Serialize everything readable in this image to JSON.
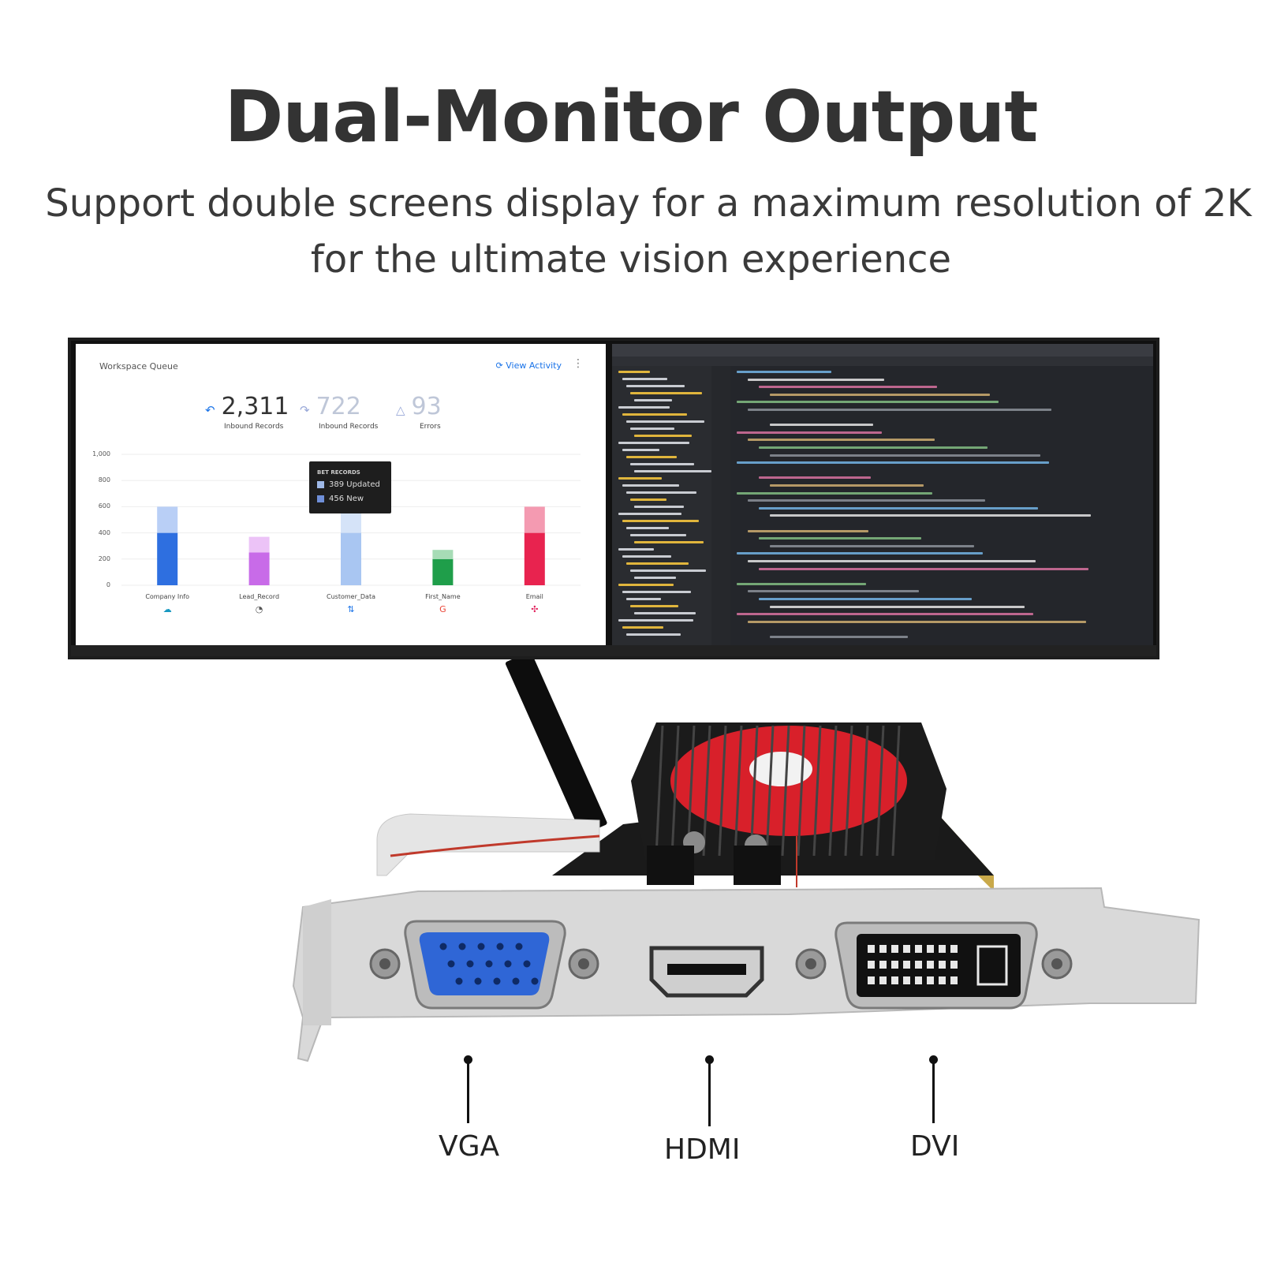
{
  "heading": "Dual-Monitor Output",
  "subheading_line1": "Support double screens display for a maximum resolution of 2K",
  "subheading_line2": "for the ultimate vision experience",
  "dashboard": {
    "title": "Workspace Queue",
    "view_activity": "View Activity",
    "kpis": [
      {
        "value": "2,311",
        "label": "Inbound Records",
        "icon": "inbound-arrow-icon"
      },
      {
        "value": "722",
        "label": "Inbound Records",
        "icon": "redo-arrow-icon"
      },
      {
        "value": "93",
        "label": "Errors",
        "icon": "warning-icon"
      }
    ],
    "tooltip": {
      "title": "BET RECORDS",
      "rows": [
        "389 Updated",
        "456 New"
      ]
    },
    "chart_data": {
      "type": "bar",
      "categories": [
        "Company Info",
        "Lead_Record",
        "Customer_Data",
        "First_Name",
        "Email"
      ],
      "y_ticks": [
        "1,000",
        "800",
        "600",
        "400",
        "200",
        "0"
      ],
      "ylim": [
        0,
        1000
      ],
      "series": [
        {
          "values": [
            400,
            250,
            400,
            200,
            400
          ]
        },
        {
          "values": [
            200,
            120,
            200,
            70,
            200
          ]
        }
      ],
      "colors": {
        "primary": [
          "#2e6fe0",
          "#c86be8",
          "#a9c6f2",
          "#1f9e4a",
          "#e8234f"
        ],
        "stacked": [
          "#b9cff6",
          "#ecc3f7",
          "#d5e3f8",
          "#a7dcb6",
          "#f49ab1"
        ]
      },
      "category_icons": [
        "salesforce-cloud-icon",
        "circle-arrow-icon",
        "sync-icon",
        "google-icon",
        "slack-icon"
      ]
    }
  },
  "ports": {
    "vga": "VGA",
    "hdmi": "HDMI",
    "dvi": "DVI"
  },
  "colors": {
    "vga_port": "#2f66d6",
    "heatsink": "#1b1b1b",
    "fan": "#d8202a",
    "bracket": "#d9d9d9"
  }
}
